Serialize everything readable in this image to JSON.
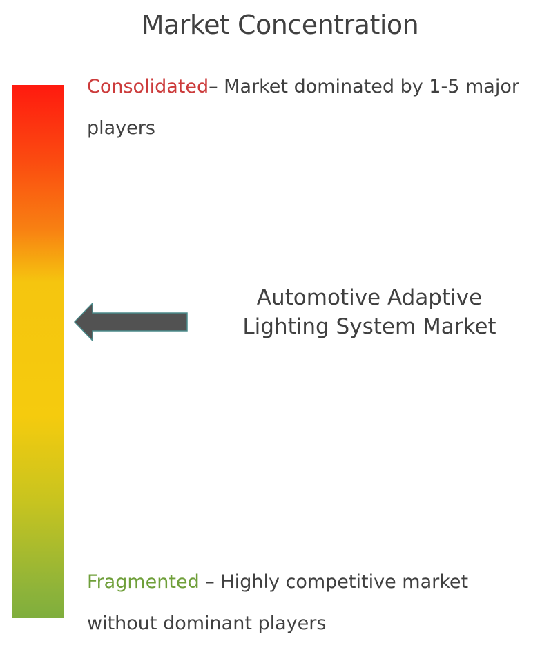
{
  "title": "Market Concentration",
  "scale": {
    "top": {
      "keyword": "Consolidated",
      "description": "– Market dominated by 1-5 major players"
    },
    "bottom": {
      "keyword": "Fragmented",
      "description": " – Highly competitive market without dominant players"
    }
  },
  "market": {
    "line1": "Automotive Adaptive",
    "line2": "Lighting System Market"
  },
  "colors": {
    "consolidated": "#cc3b3b",
    "fragmented": "#6f9f3a",
    "arrow": "#525252"
  },
  "icons": {
    "pointer": "left-arrow-icon"
  }
}
